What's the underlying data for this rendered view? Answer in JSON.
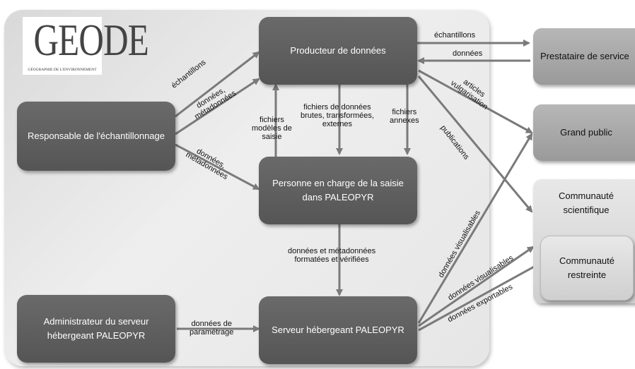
{
  "logo": {
    "title": "GEODE",
    "subtitle": "GÉOGRAPHIE DE L'ENVIRONNEMENT"
  },
  "nodes": {
    "producteur": "Producteur de données",
    "responsable": "Responsable de l'échantillonnage",
    "personne_line1": "Personne en charge de la saisie",
    "personne_line2": "dans PALEOPYR",
    "administrateur_line1": "Administrateur du serveur",
    "administrateur_line2": "hébergeant PALEOPYR",
    "serveur": "Serveur hébergeant PALEOPYR",
    "prestataire": "Prestataire de service",
    "grand_public": "Grand public",
    "communaute_line1": "Communauté",
    "communaute_line2": "scientifique",
    "restreinte_line1": "Communauté",
    "restreinte_line2": "restreinte"
  },
  "edge_labels": {
    "echantillons_top": "échantillons",
    "donnees_top": "données",
    "echantillons_left": "échantillons",
    "donnees_metadonnees_1a": "données,",
    "donnees_metadonnees_1b": "métadonnées",
    "donnees_metadonnees_2a": "données,",
    "donnees_metadonnees_2b": "métadonnées",
    "fichiers_modeles_1": "fichiers",
    "fichiers_modeles_2": "modèles de",
    "fichiers_modeles_3": "saisie",
    "fichiers_donnees_1": "fichiers  de données",
    "fichiers_donnees_2": "brutes, transformées,",
    "fichiers_donnees_3": "externes",
    "fichiers_annexes_1": "fichiers",
    "fichiers_annexes_2": "annexes",
    "articles": "articles",
    "vulgarisation": "vulgarisation",
    "publications": "publications",
    "formatees_1": "données et métadonnées",
    "formatees_2": "formatées  et vérifiées",
    "parametrage_1": "données de",
    "parametrage_2": "paramétrage",
    "visualisables_1": "données visualisables",
    "visualisables_2": "données visualisables",
    "exportables": "données exportables"
  }
}
